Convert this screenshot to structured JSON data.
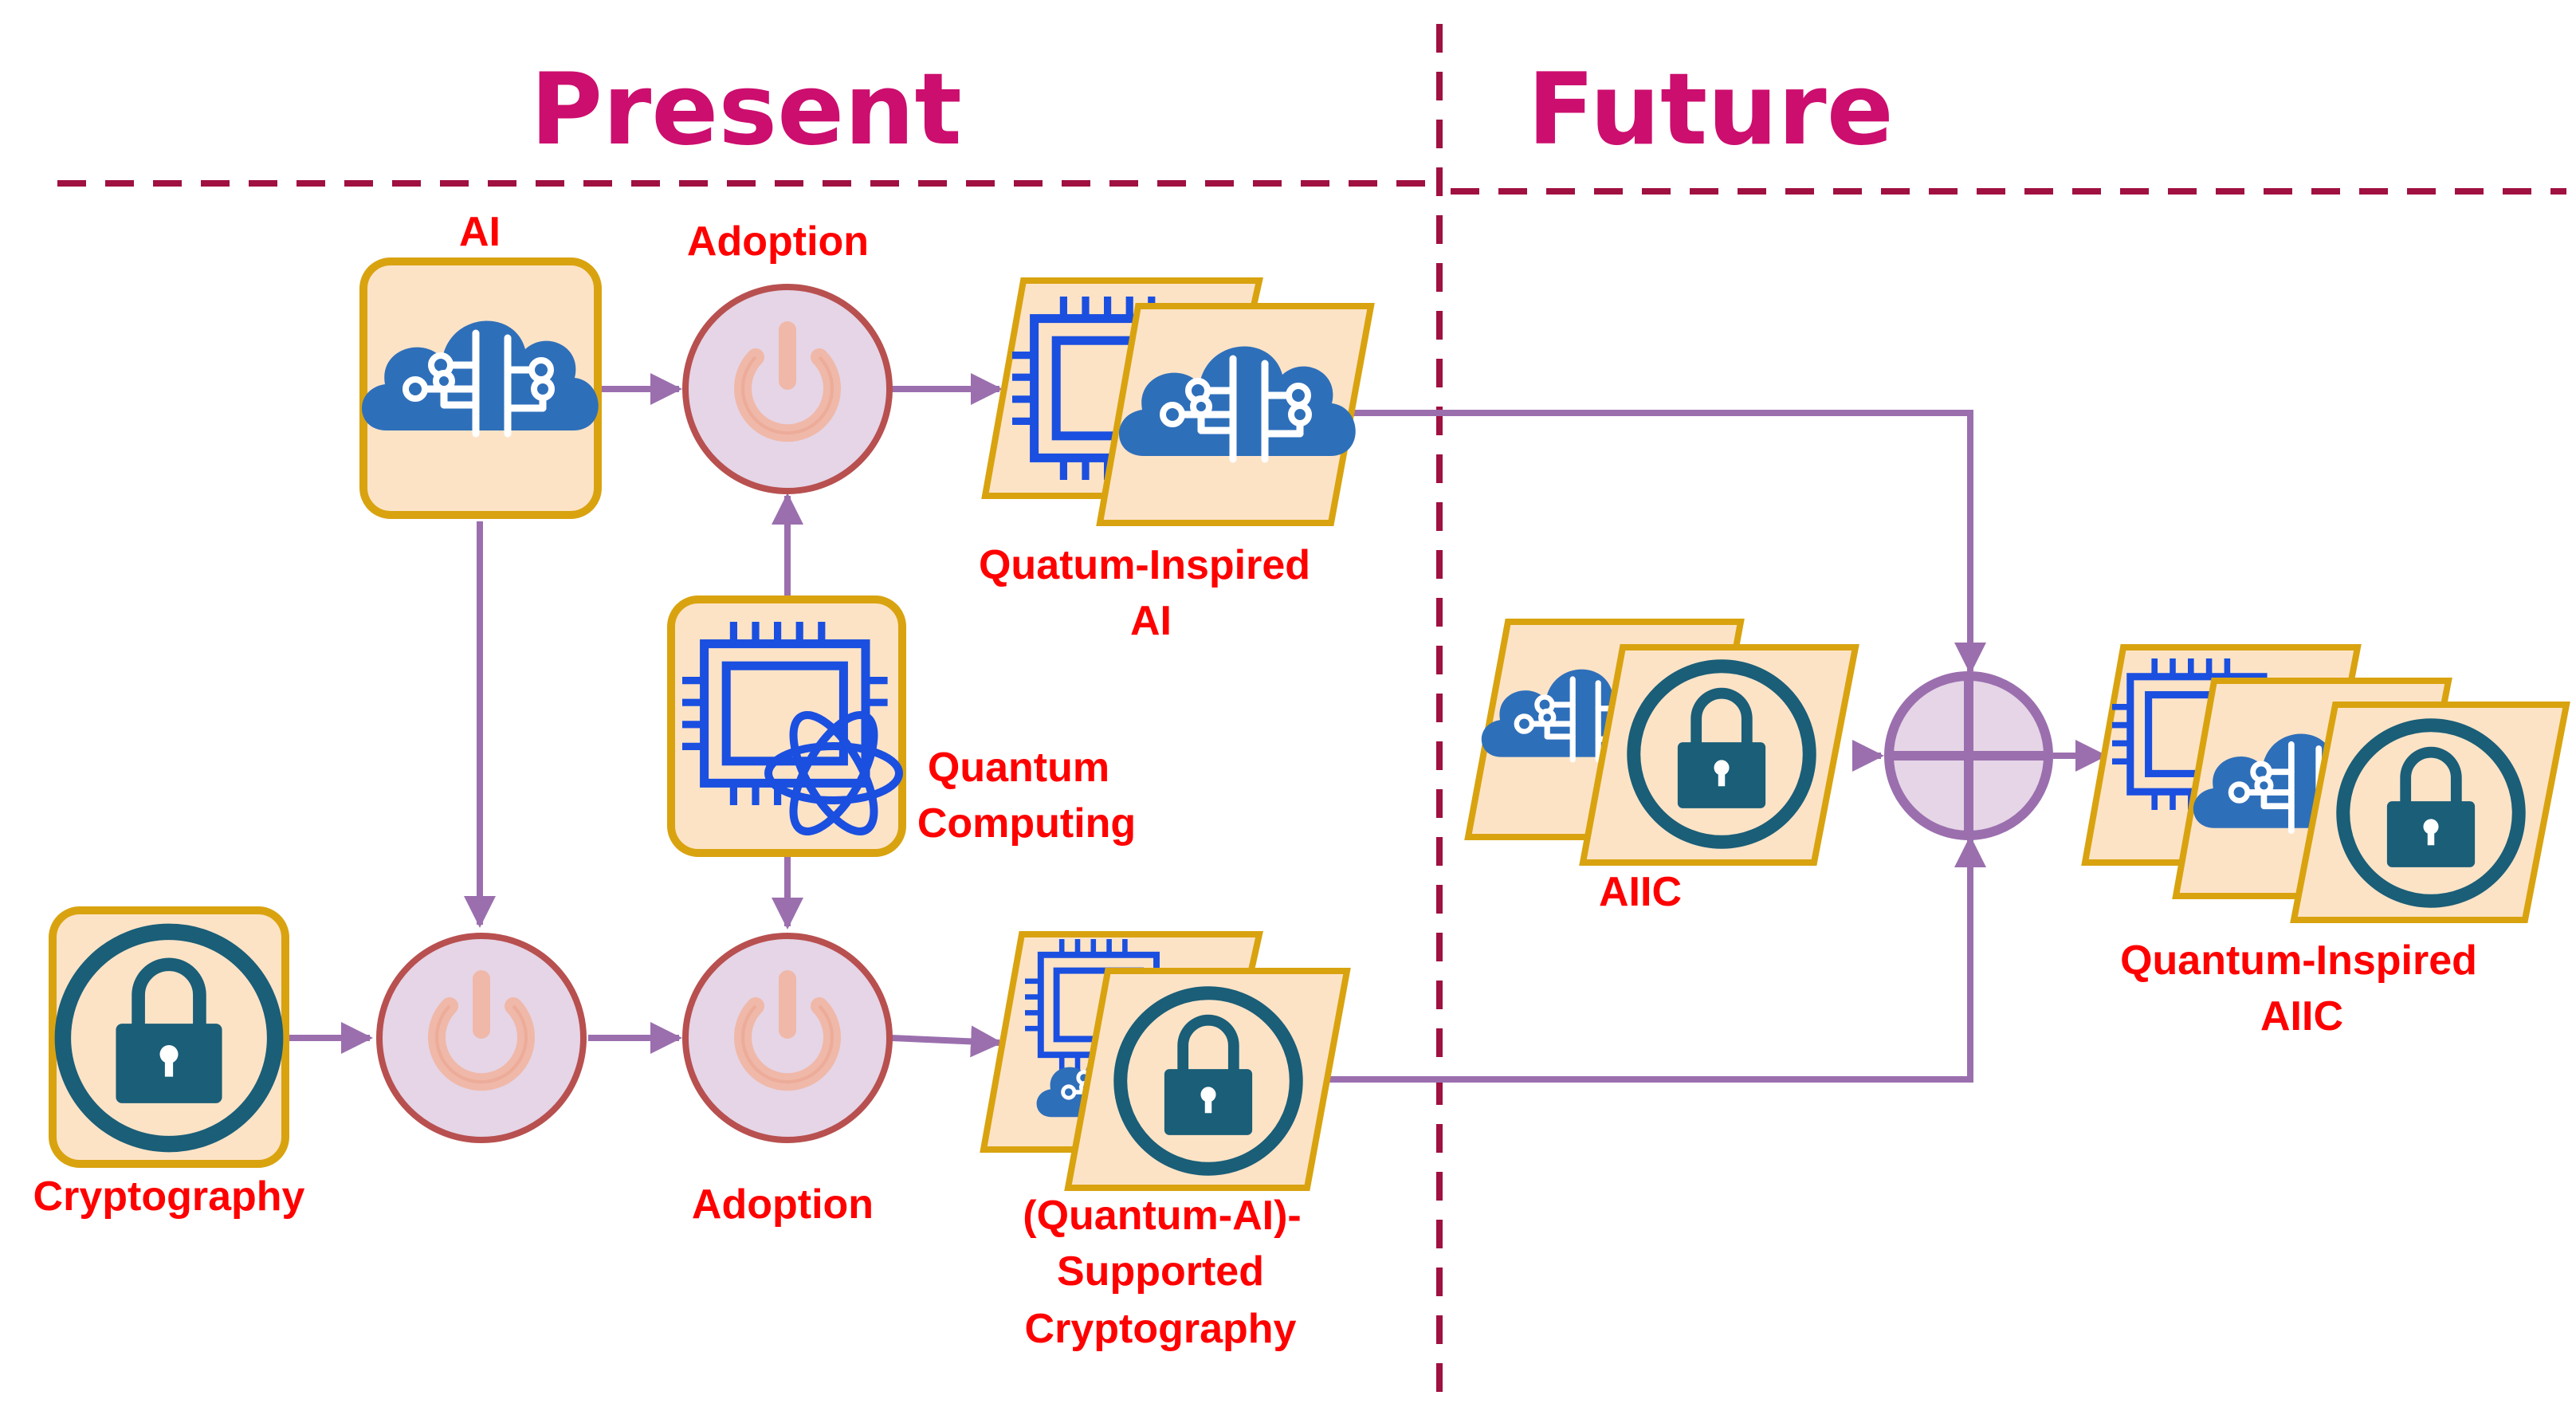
{
  "sections": {
    "present": "Present",
    "future": "Future"
  },
  "labels": {
    "ai": "AI",
    "adoption_top": "Adoption",
    "adoption_bottom": "Adoption",
    "qi_ai_1": "Quatum-Inspired",
    "qi_ai_2": "AI",
    "quantum_1": "Quantum",
    "quantum_2": "Computing",
    "cryptography": "Cryptography",
    "qasc_1": "(Quantum-AI)-",
    "qasc_2": "Supported",
    "qasc_3": "Cryptography",
    "aiic": "AIIC",
    "qiaiic_1": "Quantum-Inspired",
    "qiaiic_2": "AIIC"
  },
  "colors": {
    "title": "#cc0e6e",
    "label": "#ff0000",
    "divider": "#a01040",
    "box_fill": "#fde3c6",
    "box_border": "#d9a310",
    "circle_fill": "#e5d5e6",
    "circle_border": "#b85050",
    "power_icon": "#f0b8a8",
    "arrow": "#9b6fae",
    "cloud_icon": "#2e6fba",
    "chip_icon": "#1a4fe0",
    "lock_icon": "#1a5e78"
  },
  "icons": [
    "brain-cloud-icon",
    "power-icon",
    "quantum-chip-icon",
    "lock-icon",
    "combine-plus-icon"
  ]
}
